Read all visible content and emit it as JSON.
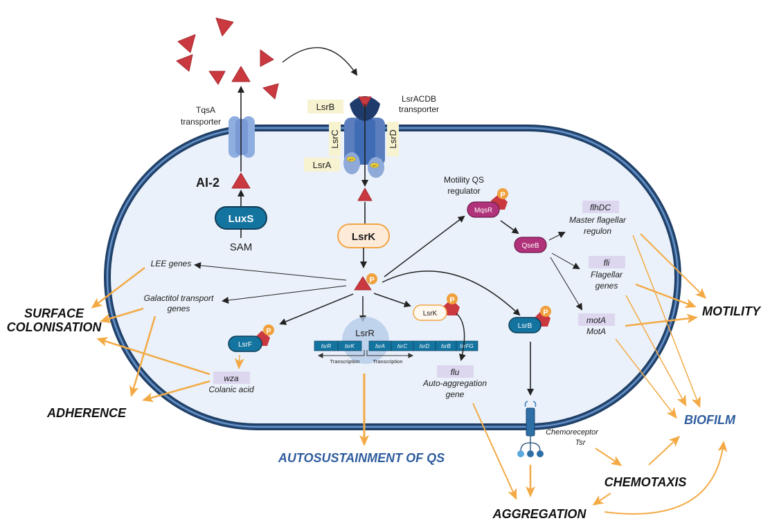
{
  "colors": {
    "membrane_dark": "#1f3f66",
    "membrane_mid": "#3d6aa3",
    "cytoplasm": "#eaf1fa",
    "ai2_red": "#c9393f",
    "phospho_orange": "#f0a03c",
    "effect_arrow": "#f3aa45",
    "protein_teal": "#1474a0",
    "protein_magenta": "#b0327a",
    "lsrk_fill": "#fdebd8",
    "lsrk_border": "#f2a444",
    "gene_highlight": "#dcd6ef",
    "label_yellow": "#f7f2d0",
    "outcome_blue": "#2f5d9e"
  },
  "extracellular": {
    "transporters": {
      "tqsa": {
        "line1": "TqsA",
        "line2": "transporter"
      },
      "lsracdb": {
        "line1": "LsrACDB",
        "line2": "transporter"
      }
    },
    "lsr_subunits": {
      "lsrB": "LsrB",
      "lsrC": "LsrC",
      "lsrD": "LsrD",
      "lsrA": "LsrA"
    },
    "atp_label": "ATP"
  },
  "cell": {
    "ai2_label": "AI-2",
    "luxs": "LuxS",
    "sam": "SAM",
    "lsrk_main": "LsrK",
    "phospho_label": "P",
    "lee_genes": "LEE genes",
    "galactitol": {
      "line1": "Galactitol transport",
      "line2": "genes"
    },
    "lsrf": "LsrF",
    "wza": {
      "gene": "wza",
      "desc": "Colanic acid"
    },
    "lsrr": "LsrR",
    "operon_left": [
      "lsrR",
      "lsrK"
    ],
    "operon_right": [
      "lsrA",
      "lsrC",
      "lsrD",
      "lsrB",
      "lsrFG"
    ],
    "transcription_left": "Transcription",
    "transcription_right": "Transcription",
    "lsrk_small": "LsrK",
    "flu": {
      "gene": "flu",
      "line1": "Auto-aggregation",
      "line2": "gene"
    },
    "motility_regulator": {
      "line1": "Motility QS",
      "line2": "regulator"
    },
    "mqsr": "MqsR",
    "qseb": "QseB",
    "flhdc": {
      "gene": "flhDC",
      "line1": "Master flagellar",
      "line2": "regulon"
    },
    "fli": {
      "gene": "fli",
      "line1": "Flagellar",
      "line2": "genes"
    },
    "mota": {
      "gene": "motA",
      "desc": "MotA"
    },
    "lsrb_protein": "LsrB",
    "chemoreceptor": {
      "line1": "Chemoreceptor",
      "line2": "Tsr"
    }
  },
  "outcomes": {
    "surface_colonisation": {
      "line1": "SURFACE",
      "line2": "COLONISATION"
    },
    "adherence": "ADHERENCE",
    "autosustainment": "AUTOSUSTAINMENT OF QS",
    "motility": "MOTILITY",
    "biofilm": "BIOFILM",
    "chemotaxis": "CHEMOTAXIS",
    "aggregation": "AGGREGATION"
  }
}
